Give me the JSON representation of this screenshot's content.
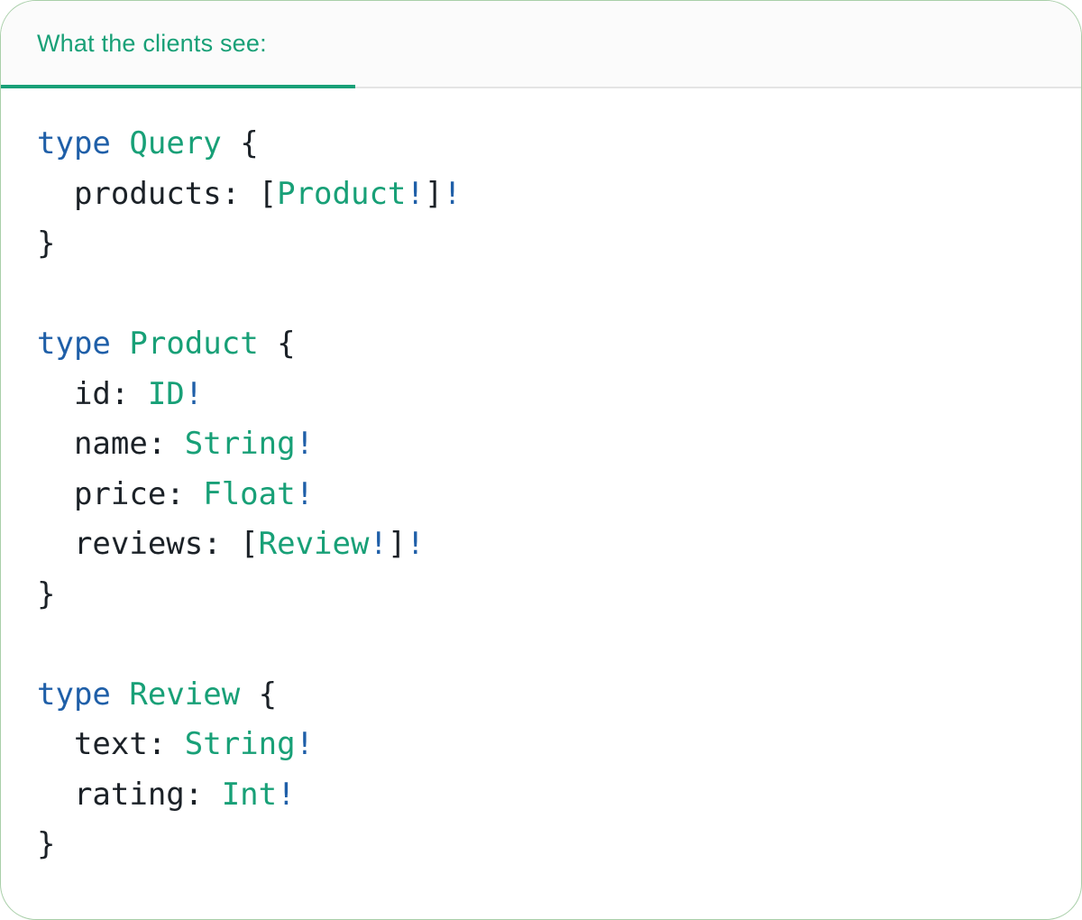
{
  "card": {
    "tab": {
      "label": "What the clients see:"
    },
    "colors": {
      "accent_green": "#18a077",
      "keyword_blue": "#1f5fa8",
      "code_text": "#1b2127",
      "tabbar_bg": "#fbfbfb",
      "tab_divider": "#e4e4e4",
      "card_border": "#a9cfa9"
    },
    "code": {
      "language": "graphql",
      "lines": [
        [
          [
            "k",
            "type"
          ],
          [
            "p",
            " "
          ],
          [
            "t",
            "Query"
          ],
          [
            "p",
            " {"
          ]
        ],
        [
          [
            "p",
            "  products: ["
          ],
          [
            "t",
            "Product"
          ],
          [
            "b",
            "!"
          ],
          [
            "p",
            "]"
          ],
          [
            "b",
            "!"
          ]
        ],
        [
          [
            "p",
            "}"
          ]
        ],
        [],
        [
          [
            "k",
            "type"
          ],
          [
            "p",
            " "
          ],
          [
            "t",
            "Product"
          ],
          [
            "p",
            " {"
          ]
        ],
        [
          [
            "p",
            "  id: "
          ],
          [
            "t",
            "ID"
          ],
          [
            "b",
            "!"
          ]
        ],
        [
          [
            "p",
            "  name: "
          ],
          [
            "t",
            "String"
          ],
          [
            "b",
            "!"
          ]
        ],
        [
          [
            "p",
            "  price: "
          ],
          [
            "t",
            "Float"
          ],
          [
            "b",
            "!"
          ]
        ],
        [
          [
            "p",
            "  reviews: ["
          ],
          [
            "t",
            "Review"
          ],
          [
            "b",
            "!"
          ],
          [
            "p",
            "]"
          ],
          [
            "b",
            "!"
          ]
        ],
        [
          [
            "p",
            "}"
          ]
        ],
        [],
        [
          [
            "k",
            "type"
          ],
          [
            "p",
            " "
          ],
          [
            "t",
            "Review"
          ],
          [
            "p",
            " {"
          ]
        ],
        [
          [
            "p",
            "  text: "
          ],
          [
            "t",
            "String"
          ],
          [
            "b",
            "!"
          ]
        ],
        [
          [
            "p",
            "  rating: "
          ],
          [
            "t",
            "Int"
          ],
          [
            "b",
            "!"
          ]
        ],
        [
          [
            "p",
            "}"
          ]
        ]
      ]
    }
  }
}
